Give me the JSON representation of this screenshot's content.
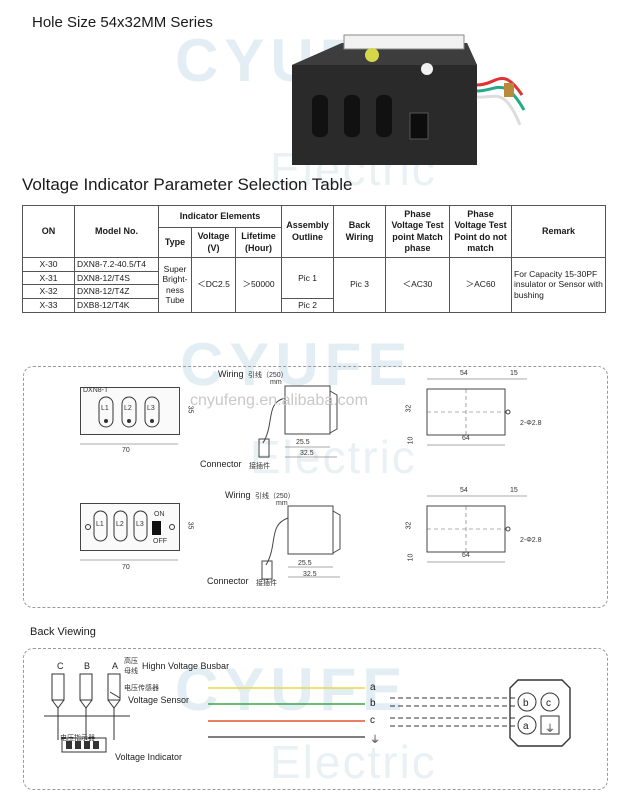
{
  "header": {
    "title": "Hole Size 54x32MM Series"
  },
  "watermark": {
    "brand": "CYUFE",
    "sub": "Electric",
    "site": "cnyufeng.en.alibaba.com"
  },
  "table": {
    "title": "Voltage Indicator  Parameter Selection Table",
    "headers": {
      "on": "ON",
      "model": "Model No.",
      "indicator": "Indicator Elements",
      "type": "Type",
      "voltage": "Voltage (V)",
      "lifetime": "Lifetime (Hour)",
      "assembly": "Assembly Outline",
      "back_wiring": "Back Wiring",
      "phase_test": "Phase Voltage Test point Match phase",
      "phase_no": "Phase Voltage Test Point do not match",
      "remark": "Remark"
    },
    "rows": [
      {
        "on": "X-30",
        "model": "DXN8-7.2-40.5/T4"
      },
      {
        "on": "X-31",
        "model": "DXN8-12/T4S"
      },
      {
        "on": "X-32",
        "model": "DXN8-12/T4Z"
      },
      {
        "on": "X-33",
        "model": "DXB8-12/T4K"
      }
    ],
    "type_value": "Super Bright- ness Tube",
    "voltage_value": "＜DC2.5",
    "lifetime_value": "＞50000",
    "assembly_values": [
      "Pic 1",
      "Pic 2"
    ],
    "back_wiring_value": "Pic 3",
    "phase_test_value": "＜AC30",
    "phase_no_value": "＞AC60",
    "remark_value": "For Capacity 15-30PF insulator or Sensor with bushing"
  },
  "drawing": {
    "model_tag": "DXN8-T",
    "lamps": [
      "L1",
      "L2",
      "L3"
    ],
    "dims": {
      "w70": "70",
      "h35": "35",
      "d25": "25.5",
      "d32": "32.5",
      "w54": "54",
      "w15": "15",
      "h32": "32",
      "h10": "10",
      "w64": "64",
      "hole": "2-Φ2.8"
    },
    "wiring": "Wiring",
    "wiring_cn": "引线（250）",
    "mm": "mm",
    "connector": "Connector",
    "connector_cn": "接插件",
    "switch_on": "ON",
    "switch_off": "OFF"
  },
  "back": {
    "title": "Back Viewing",
    "phases": [
      "C",
      "B",
      "A"
    ],
    "busbar": "Highn Voltage Busbar",
    "busbar_cn": "高压母线",
    "sensor": "Voltage Sensor",
    "sensor_cn": "电压传感器",
    "indicator": "Voltage Indicator",
    "indicator_cn": "电压指示器",
    "wires": [
      "a",
      "b",
      "c",
      "⏚"
    ],
    "plug_pins": [
      "b",
      "c",
      "a",
      "⏚"
    ],
    "wire_colors": [
      "#e8d84a",
      "#3aa84a",
      "#e0552e",
      "#555555"
    ]
  }
}
